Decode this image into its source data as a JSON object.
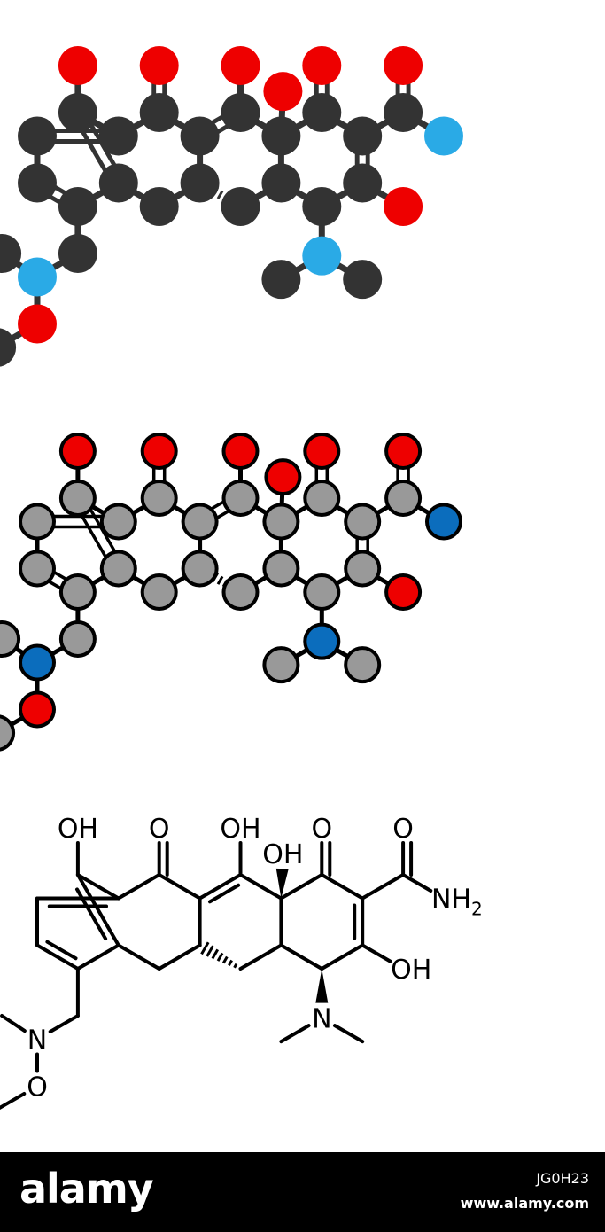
{
  "molecule": {
    "atoms": [
      {
        "id": "a1",
        "el": "C",
        "label": ""
      },
      {
        "id": "a2",
        "el": "C",
        "label": ""
      },
      {
        "id": "a3",
        "el": "C",
        "label": ""
      },
      {
        "id": "a4",
        "el": "C",
        "label": ""
      },
      {
        "id": "a5",
        "el": "C",
        "label": ""
      },
      {
        "id": "a6",
        "el": "C",
        "label": ""
      },
      {
        "id": "b3",
        "el": "C",
        "label": ""
      },
      {
        "id": "b4",
        "el": "C",
        "label": ""
      },
      {
        "id": "b5",
        "el": "C",
        "label": ""
      },
      {
        "id": "b6",
        "el": "C",
        "label": ""
      },
      {
        "id": "c3",
        "el": "C",
        "label": ""
      },
      {
        "id": "c4",
        "el": "C",
        "label": ""
      },
      {
        "id": "c5",
        "el": "C",
        "label": ""
      },
      {
        "id": "c6",
        "el": "C",
        "label": ""
      },
      {
        "id": "d3",
        "el": "C",
        "label": ""
      },
      {
        "id": "d4",
        "el": "C",
        "label": ""
      },
      {
        "id": "oh1",
        "el": "O",
        "label": "OH"
      },
      {
        "id": "o1",
        "el": "O",
        "label": "O"
      },
      {
        "id": "oh2",
        "el": "O",
        "label": "OH"
      },
      {
        "id": "oh3",
        "el": "O",
        "label": "OH"
      },
      {
        "id": "o2",
        "el": "O",
        "label": "O"
      },
      {
        "id": "ca",
        "el": "C",
        "label": ""
      },
      {
        "id": "o3",
        "el": "O",
        "label": "O"
      },
      {
        "id": "n1",
        "el": "N",
        "label": "NH",
        "sub": "2"
      },
      {
        "id": "oh4",
        "el": "O",
        "label": "OH"
      },
      {
        "id": "n2",
        "el": "N",
        "label": "N"
      },
      {
        "id": "me1",
        "el": "C",
        "label": ""
      },
      {
        "id": "me2",
        "el": "C",
        "label": ""
      },
      {
        "id": "ch2",
        "el": "C",
        "label": ""
      },
      {
        "id": "n3",
        "el": "N",
        "label": "N"
      },
      {
        "id": "me3",
        "el": "C",
        "label": ""
      },
      {
        "id": "o4",
        "el": "O",
        "label": "O"
      },
      {
        "id": "me4",
        "el": "C",
        "label": ""
      }
    ],
    "bonds": [
      [
        "a1",
        "a2",
        2
      ],
      [
        "a2",
        "a3",
        1
      ],
      [
        "a3",
        "a4",
        2
      ],
      [
        "a4",
        "a5",
        1
      ],
      [
        "a5",
        "a6",
        2
      ],
      [
        "a6",
        "a1",
        1
      ],
      [
        "a1",
        "b6",
        1
      ],
      [
        "b6",
        "b5",
        1
      ],
      [
        "b5",
        "b4",
        1
      ],
      [
        "b4",
        "b3",
        1
      ],
      [
        "b3",
        "a5",
        1
      ],
      [
        "b5",
        "c6",
        2
      ],
      [
        "c6",
        "c5",
        1
      ],
      [
        "c5",
        "c4",
        1
      ],
      [
        "c4",
        "c3",
        1
      ],
      [
        "c3",
        "b4",
        1,
        "hash"
      ],
      [
        "c5",
        "d6",
        1
      ],
      [
        "d6",
        "d5",
        1
      ],
      [
        "d5",
        "d4",
        2
      ],
      [
        "d4",
        "d3",
        1
      ],
      [
        "d3",
        "c4",
        1
      ],
      [
        "a6",
        "oh1",
        1
      ],
      [
        "b6",
        "o1",
        2
      ],
      [
        "c6",
        "oh2",
        1
      ],
      [
        "c5",
        "oh3",
        1,
        "wedge"
      ],
      [
        "d6",
        "o2",
        2
      ],
      [
        "d5",
        "ca",
        1
      ],
      [
        "ca",
        "o3",
        2
      ],
      [
        "ca",
        "n1",
        1
      ],
      [
        "d4",
        "oh4",
        1
      ],
      [
        "d3",
        "n2",
        1,
        "wedge"
      ],
      [
        "n2",
        "me1",
        1
      ],
      [
        "n2",
        "me2",
        1
      ],
      [
        "a4",
        "ch2",
        1
      ],
      [
        "ch2",
        "n3",
        1
      ],
      [
        "n3",
        "me3",
        1
      ],
      [
        "n3",
        "o4",
        1
      ],
      [
        "o4",
        "me4",
        1
      ]
    ]
  },
  "colors": {
    "panel1": {
      "C": "#333333",
      "O": "#ee0000",
      "N": "#2aaae6"
    },
    "panel2": {
      "C": "#999999",
      "O": "#ee0000",
      "N": "#0b6dbd",
      "outline": "#000000"
    },
    "line": "#000000"
  },
  "watermark": {
    "brand": "alamy",
    "image_id": "JG0H23",
    "site": "www.alamy.com"
  }
}
